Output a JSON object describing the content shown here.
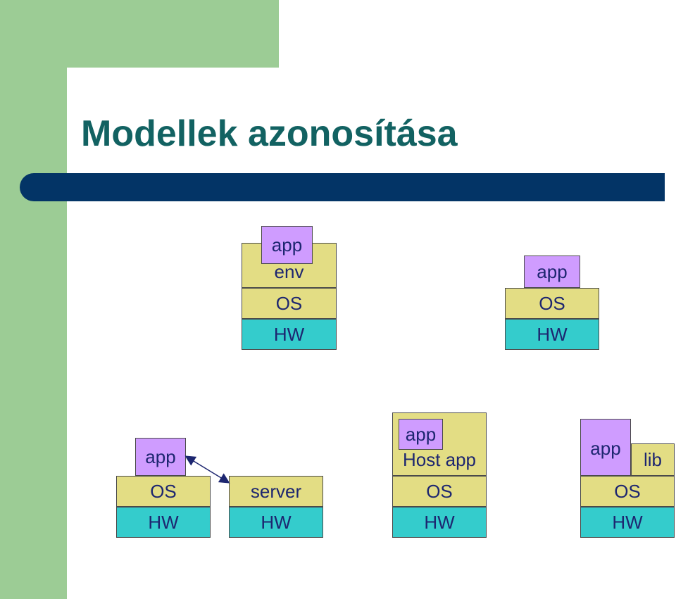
{
  "slide": {
    "title": "Modellek azonosítása",
    "colors": {
      "green": "#9ccc95",
      "navy": "#033466",
      "title_teal": "#126262",
      "yellow": "#e3dd84",
      "cyan": "#34cccc",
      "purple": "#cf9cff"
    }
  },
  "diagrams": {
    "d1": {
      "app": "app",
      "env": "env",
      "os": "OS",
      "hw": "HW"
    },
    "d2": {
      "app": "app",
      "os": "OS",
      "hw": "HW"
    },
    "d3": {
      "app": "app",
      "os": "OS",
      "hw": "HW"
    },
    "d4": {
      "server": "server",
      "hw": "HW"
    },
    "d5": {
      "app": "app",
      "host": "Host app",
      "os": "OS",
      "hw": "HW"
    },
    "d6": {
      "app": "app",
      "lib": "lib",
      "os": "OS",
      "hw": "HW"
    }
  }
}
